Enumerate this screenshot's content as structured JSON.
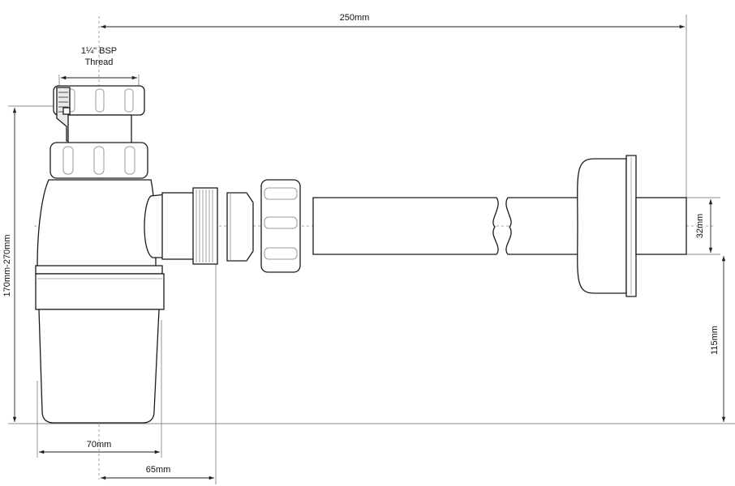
{
  "dimensions": {
    "length": "250mm",
    "thread_line1": "1¼\" BSP",
    "thread_line2": "Thread",
    "height_range": "170mm-270mm",
    "pipe_diameter": "32mm",
    "outlet_height": "115mm",
    "bottle_width": "70mm",
    "outlet_offset": "65mm"
  }
}
